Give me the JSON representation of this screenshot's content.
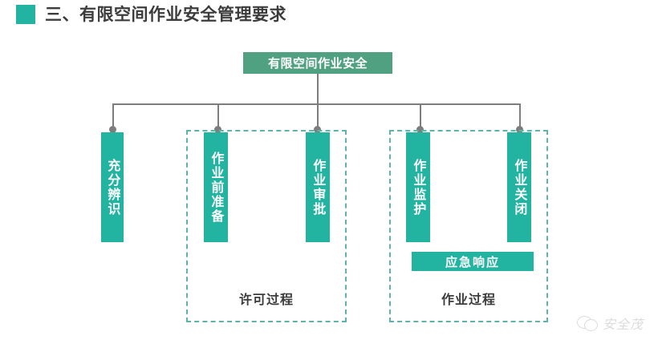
{
  "heading": {
    "bullet_color": "#22b3a1",
    "text": "三、有限空间作业安全管理要求"
  },
  "diagram": {
    "root": {
      "label": "有限空间作业安全",
      "color": "#50a182"
    },
    "node_color": "#22b3a1",
    "connector_color": "#7d7d7d",
    "dashed_border_color": "#5fb3a8",
    "nodes": [
      {
        "label": "充分辨识"
      },
      {
        "label": "作业前准备"
      },
      {
        "label": "作业审批"
      },
      {
        "label": "作业监护"
      },
      {
        "label": "作业关闭"
      }
    ],
    "groups": [
      {
        "label": "许可过程"
      },
      {
        "label": "作业过程"
      }
    ],
    "bars": [
      {
        "label": "应急响应"
      }
    ]
  },
  "watermark": {
    "icon": "wechat-icon",
    "text": "安全茂"
  }
}
